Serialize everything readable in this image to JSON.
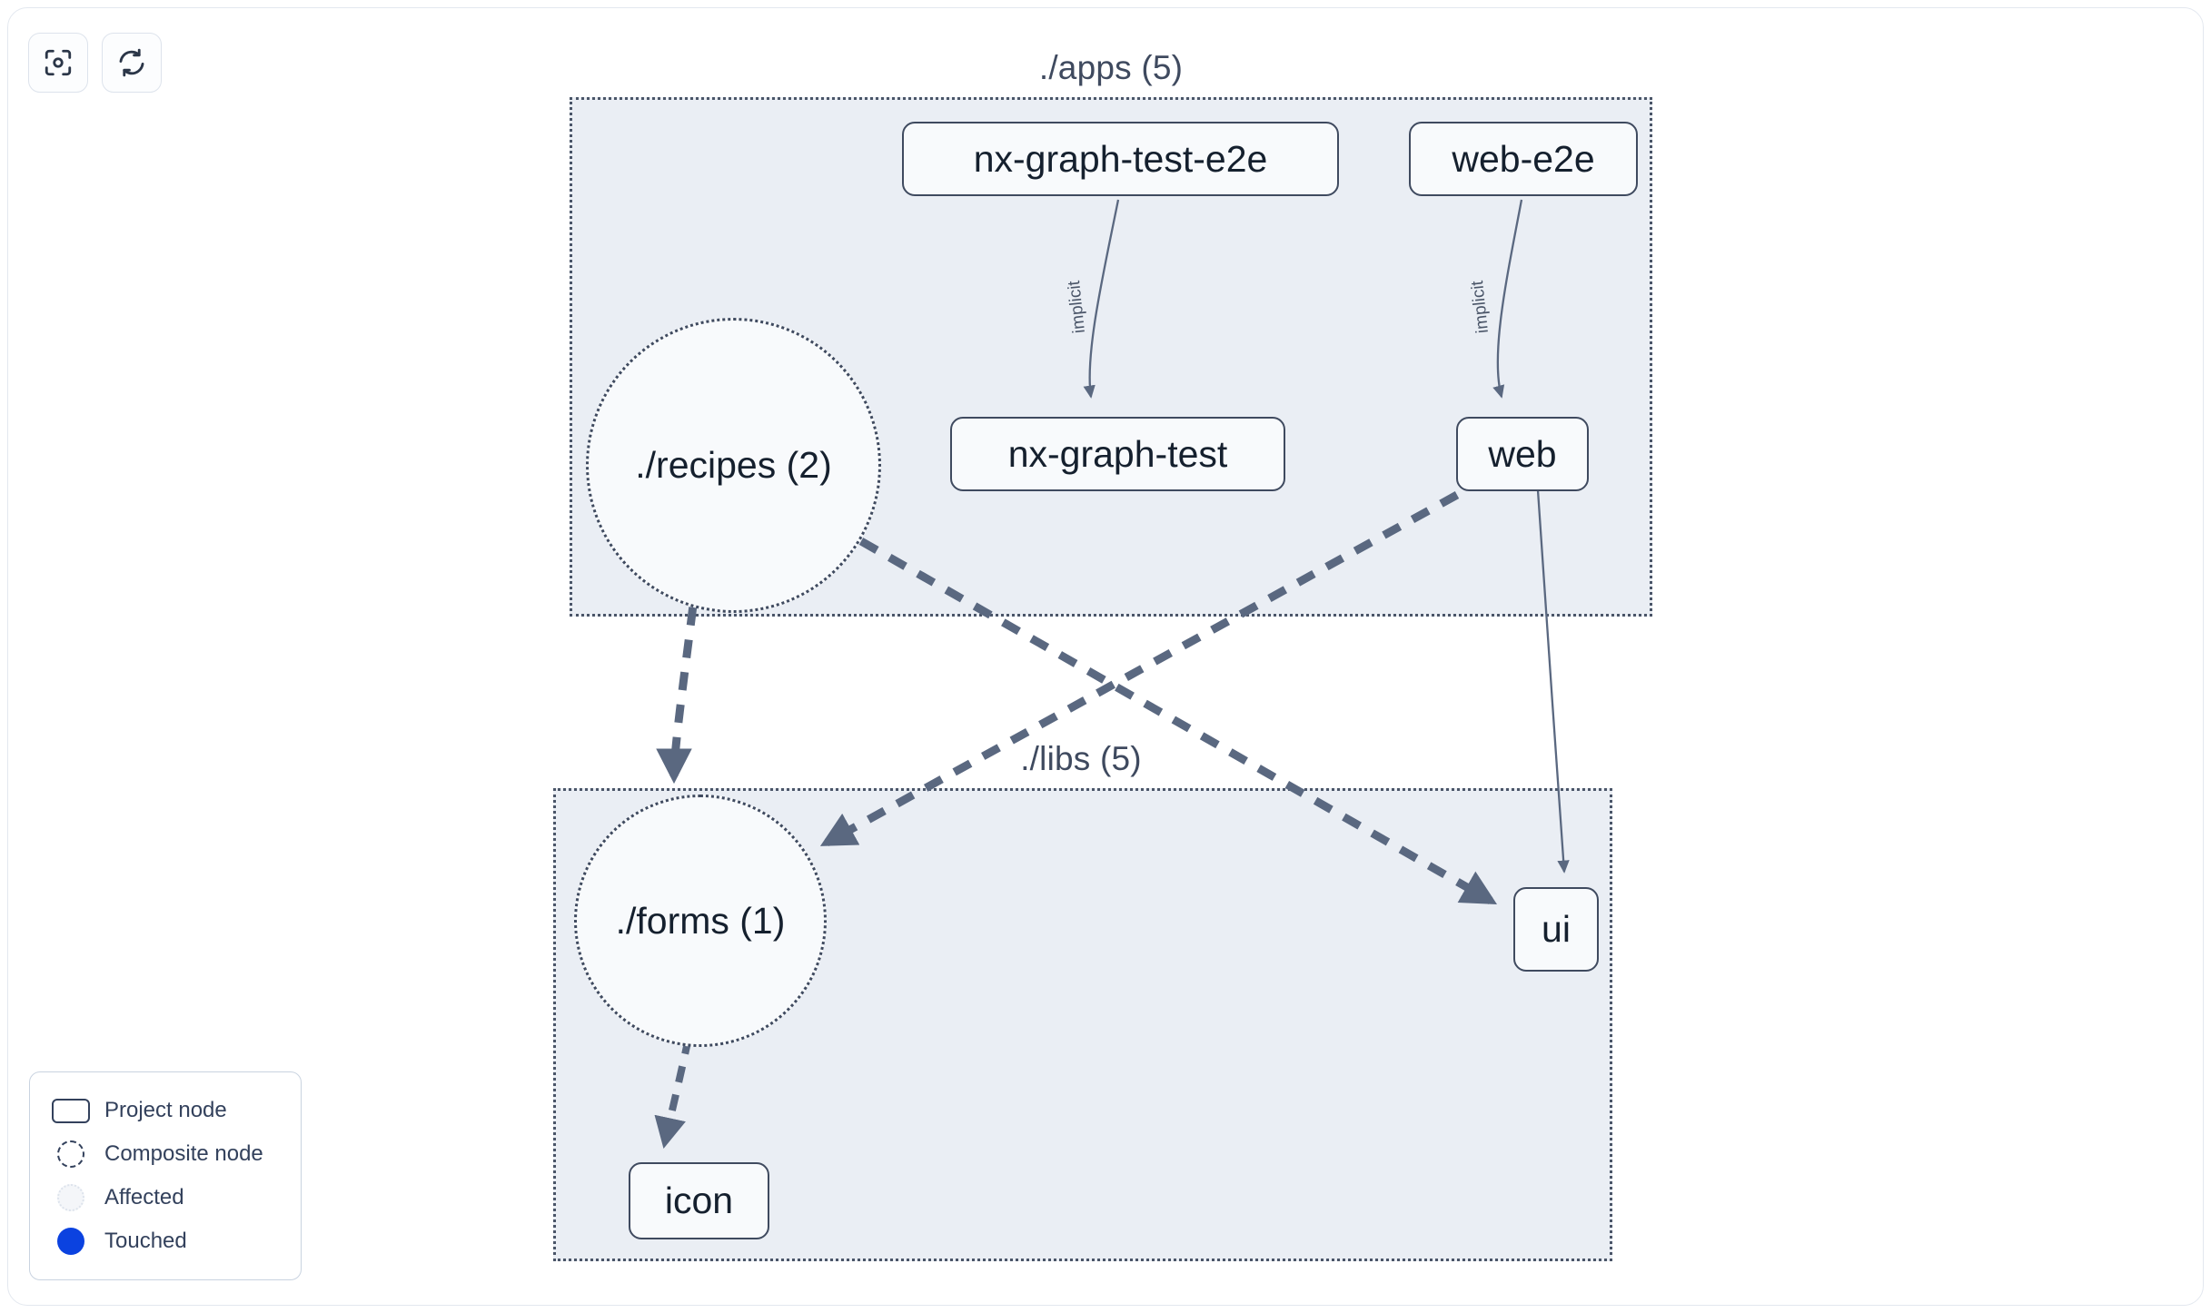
{
  "toolbar": {
    "buttons": [
      {
        "name": "focus-graph-button",
        "icon": "focus-target-icon",
        "label": ""
      },
      {
        "name": "refresh-graph-button",
        "icon": "refresh-icon",
        "label": ""
      }
    ]
  },
  "graph": {
    "groups": [
      {
        "id": "apps",
        "label": "./apps (5)"
      },
      {
        "id": "libs",
        "label": "./libs (5)"
      }
    ],
    "nodes": [
      {
        "id": "nx-graph-test-e2e",
        "label": "nx-graph-test-e2e",
        "type": "project",
        "group": "apps"
      },
      {
        "id": "web-e2e",
        "label": "web-e2e",
        "type": "project",
        "group": "apps"
      },
      {
        "id": "nx-graph-test",
        "label": "nx-graph-test",
        "type": "project",
        "group": "apps"
      },
      {
        "id": "web",
        "label": "web",
        "type": "project",
        "group": "apps"
      },
      {
        "id": "recipes",
        "label": "./recipes (2)",
        "type": "composite",
        "group": "apps"
      },
      {
        "id": "forms",
        "label": "./forms (1)",
        "type": "composite",
        "group": "libs"
      },
      {
        "id": "ui",
        "label": "ui",
        "type": "project",
        "group": "libs"
      },
      {
        "id": "icon",
        "label": "icon",
        "type": "project",
        "group": "libs"
      }
    ],
    "edges": [
      {
        "from": "nx-graph-test-e2e",
        "to": "nx-graph-test",
        "label": "implicit",
        "style": "solid"
      },
      {
        "from": "web-e2e",
        "to": "web",
        "label": "implicit",
        "style": "solid"
      },
      {
        "from": "web",
        "to": "ui",
        "label": "",
        "style": "solid"
      },
      {
        "from": "recipes",
        "to": "forms",
        "label": "",
        "style": "dashed"
      },
      {
        "from": "recipes",
        "to": "ui",
        "label": "",
        "style": "dashed"
      },
      {
        "from": "web",
        "to": "forms",
        "label": "",
        "style": "dashed"
      },
      {
        "from": "forms",
        "to": "icon",
        "label": "",
        "style": "dashed"
      }
    ]
  },
  "legend": {
    "items": [
      {
        "swatch": "project-node-swatch",
        "label": "Project node"
      },
      {
        "swatch": "composite-node-swatch",
        "label": "Composite node"
      },
      {
        "swatch": "affected-swatch",
        "label": "Affected"
      },
      {
        "swatch": "touched-swatch",
        "label": "Touched"
      }
    ]
  },
  "colors": {
    "group_fill": "#eaeef4",
    "group_border": "#4a5568",
    "node_border": "#3f4a5f",
    "node_fill": "#f8fafc",
    "edge": "#5a6880",
    "touched": "#0b42e0",
    "text": "#15202e"
  }
}
